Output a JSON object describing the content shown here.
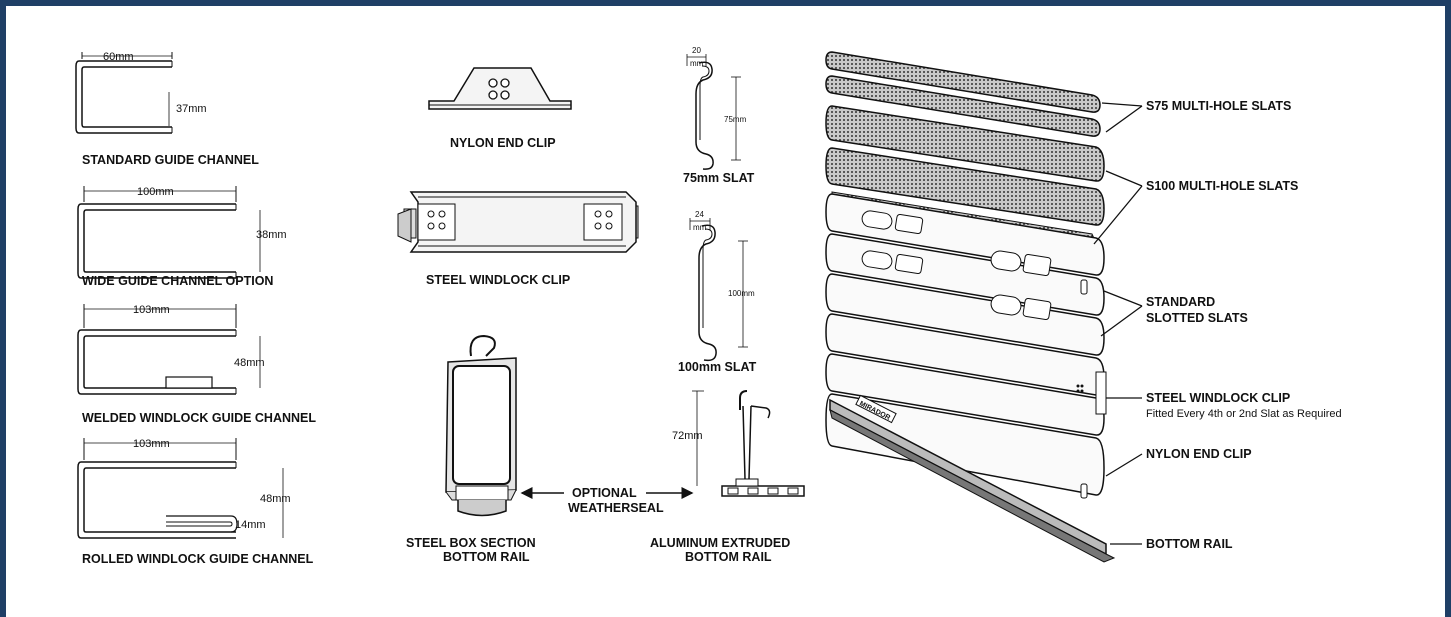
{
  "guide_channels": {
    "standard": {
      "width": "60mm",
      "height": "37mm",
      "label": "STANDARD GUIDE CHANNEL"
    },
    "wide": {
      "width": "100mm",
      "height": "38mm",
      "label": "WIDE GUIDE CHANNEL OPTION"
    },
    "welded": {
      "width": "103mm",
      "height": "48mm",
      "label": "WELDED WINDLOCK GUIDE CHANNEL"
    },
    "rolled": {
      "width": "103mm",
      "height": "48mm",
      "hook": "14mm",
      "label": "ROLLED WINDLOCK GUIDE CHANNEL"
    }
  },
  "components": {
    "nylon_end_clip": "NYLON END CLIP",
    "steel_windlock_clip": "STEEL WINDLOCK CLIP",
    "steel_box_line1": "STEEL BOX SECTION",
    "steel_box_line2": "BOTTOM RAIL",
    "weatherseal_line1": "OPTIONAL",
    "weatherseal_line2": "WEATHERSEAL",
    "alu_line1": "ALUMINUM EXTRUDED",
    "alu_line2": "BOTTOM RAIL",
    "alu_height": "72mm"
  },
  "slats": {
    "s75": {
      "top": "20",
      "top_unit": "mm",
      "height": "75mm",
      "label": "75mm SLAT"
    },
    "s100": {
      "top": "24",
      "top_unit": "mm",
      "height": "100mm",
      "label": "100mm SLAT"
    }
  },
  "assembly": {
    "brand": "MIRADOR",
    "callouts": {
      "s75": "S75 MULTI-HOLE SLATS",
      "s100": "S100 MULTI-HOLE SLATS",
      "standard_1": "STANDARD",
      "standard_2": "SLOTTED SLATS",
      "windlock": "STEEL WINDLOCK CLIP",
      "windlock_note": "Fitted Every 4th or 2nd Slat as Required",
      "nylon": "NYLON END CLIP",
      "bottom": "BOTTOM RAIL"
    }
  }
}
